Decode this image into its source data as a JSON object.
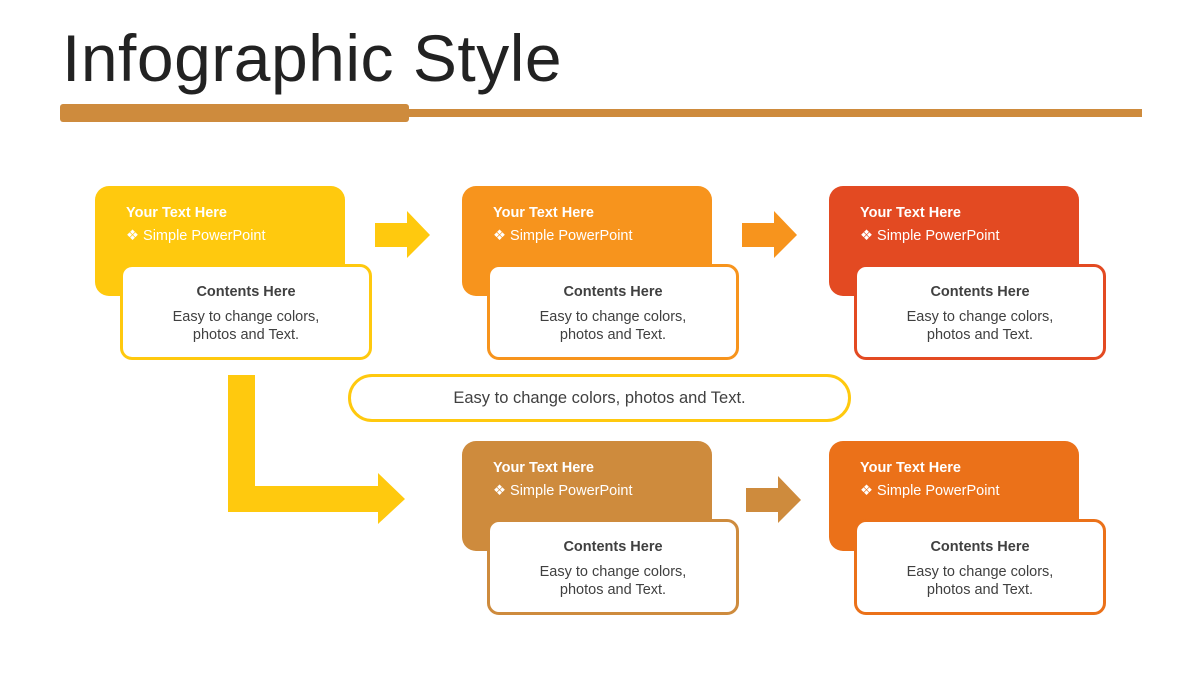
{
  "title": "Infographic Style",
  "colors": {
    "rule": "#CE8B3D",
    "yellow": "#FFC90E",
    "orange": "#F7941D",
    "red": "#E34A22",
    "tan": "#CE8B3D",
    "dark_orange": "#EB7119"
  },
  "cards": [
    {
      "heading": "Your Text Here",
      "subtitle": "❖ Simple PowerPoint",
      "content_title": "Contents Here",
      "content_body": "Easy to change colors, photos and Text."
    },
    {
      "heading": "Your Text Here",
      "subtitle": "❖ Simple PowerPoint",
      "content_title": "Contents Here",
      "content_body": "Easy to change colors, photos and Text."
    },
    {
      "heading": "Your Text Here",
      "subtitle": "❖ Simple PowerPoint",
      "content_title": "Contents Here",
      "content_body": "Easy to change colors, photos and Text."
    },
    {
      "heading": "Your Text Here",
      "subtitle": "❖ Simple PowerPoint",
      "content_title": "Contents Here",
      "content_body": "Easy to change colors, photos and Text."
    },
    {
      "heading": "Your Text Here",
      "subtitle": "❖ Simple PowerPoint",
      "content_title": "Contents Here",
      "content_body": "Easy to change colors, photos and Text."
    }
  ],
  "center_banner": "Easy to change colors, photos and Text."
}
